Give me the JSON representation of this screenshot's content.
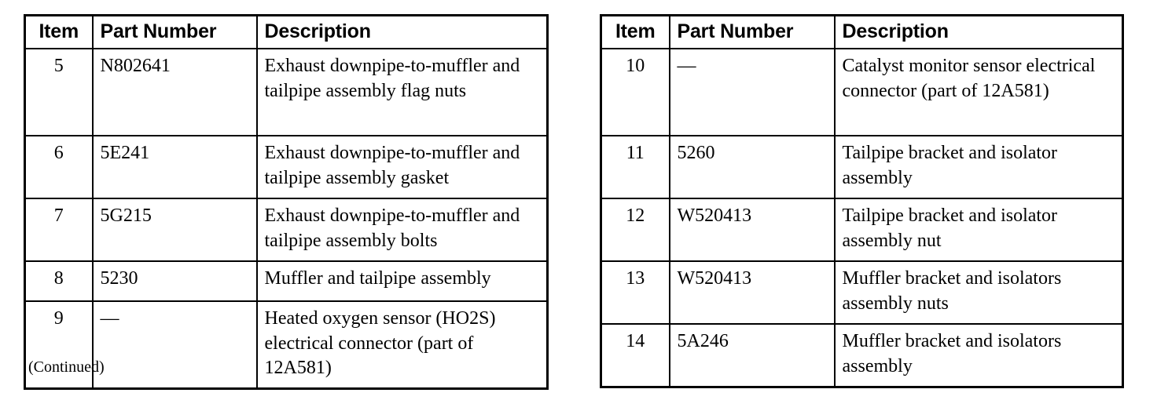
{
  "document": {
    "footnote": "(Continued)"
  },
  "tables": [
    {
      "id": "left",
      "headers": {
        "item": "Item",
        "part_number": "Part Number",
        "description": "Description"
      },
      "rows": [
        {
          "item": "5",
          "part_number": "N802641",
          "description": "Exhaust downpipe-to-muffler and tailpipe assembly flag nuts"
        },
        {
          "item": "6",
          "part_number": "5E241",
          "description": "Exhaust downpipe-to-muffler and tailpipe assembly gasket"
        },
        {
          "item": "7",
          "part_number": "5G215",
          "description": "Exhaust downpipe-to-muffler and tailpipe assembly bolts"
        },
        {
          "item": "8",
          "part_number": "5230",
          "description": "Muffler and tailpipe assembly"
        },
        {
          "item": "9",
          "part_number": "—",
          "description": "Heated oxygen sensor (HO2S) electrical connector (part of 12A581)"
        }
      ]
    },
    {
      "id": "right",
      "headers": {
        "item": "Item",
        "part_number": "Part Number",
        "description": "Description"
      },
      "rows": [
        {
          "item": "10",
          "part_number": "—",
          "description": "Catalyst monitor sensor electrical connector (part of 12A581)"
        },
        {
          "item": "11",
          "part_number": "5260",
          "description": "Tailpipe bracket and isolator assembly"
        },
        {
          "item": "12",
          "part_number": "W520413",
          "description": "Tailpipe bracket and isolator assembly nut"
        },
        {
          "item": "13",
          "part_number": "W520413",
          "description": "Muffler bracket and isolators assembly nuts"
        },
        {
          "item": "14",
          "part_number": "5A246",
          "description": "Muffler bracket and isolators assembly"
        }
      ]
    }
  ],
  "colors": {
    "background": "#ffffff",
    "ink": "#000000",
    "border": "#000000"
  }
}
